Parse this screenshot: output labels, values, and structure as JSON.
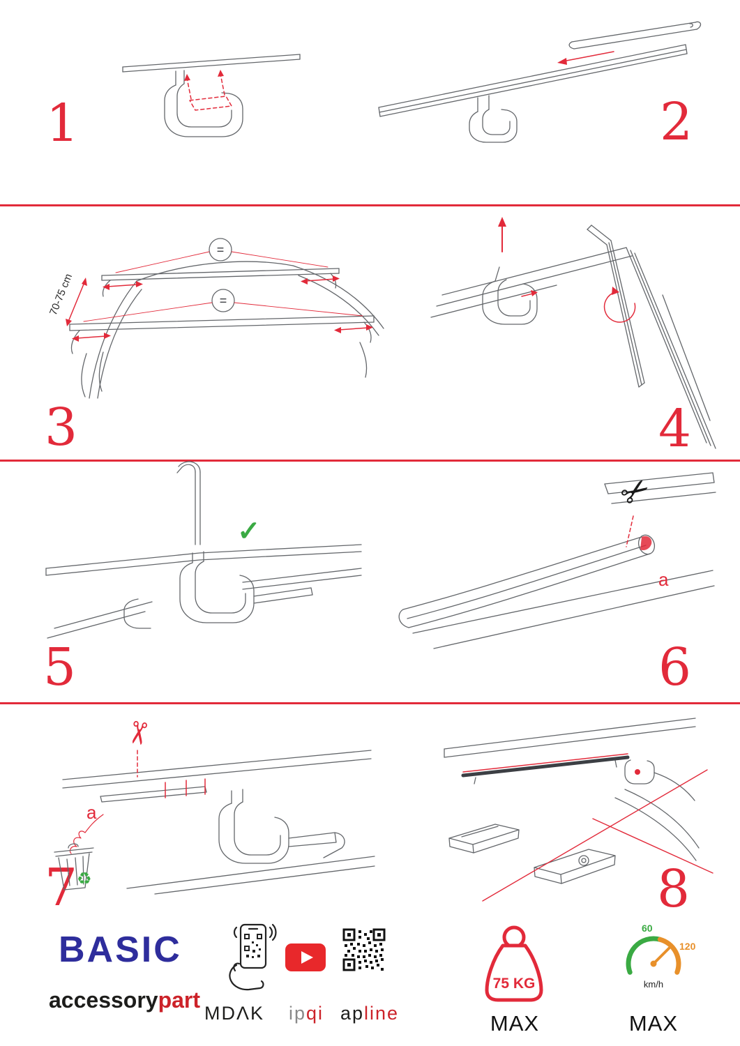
{
  "colors": {
    "accent_red": "#e22a3a",
    "brand_blue": "#2e2d9c",
    "logo_red": "#cc2229",
    "green": "#3aaa43",
    "orange": "#e8902a",
    "line_gray": "#63666a"
  },
  "steps": {
    "s1": {
      "number": "1"
    },
    "s2": {
      "number": "2"
    },
    "s3": {
      "number": "3",
      "measure": "70-75 cm",
      "equals": "="
    },
    "s4": {
      "number": "4"
    },
    "s5": {
      "number": "5",
      "check_glyph": "✓"
    },
    "s6": {
      "number": "6",
      "label_a": "a",
      "scissors_glyph": "✂"
    },
    "s7": {
      "number": "7",
      "label_a": "a",
      "scissors_glyph": "✂",
      "recycle_glyph": "♻"
    },
    "s8": {
      "number": "8"
    }
  },
  "footer": {
    "brand": "BASIC",
    "brand_sub_black": "accessory",
    "brand_sub_red": "part",
    "mdak": "MDΛK",
    "ipqi_gray": "ip",
    "ipqi_red": "qi",
    "apline_black": "ap",
    "apline_red": "line",
    "weight_label": "75 KG",
    "weight_max": "MAX",
    "speed_low": "60",
    "speed_high": "120",
    "speed_unit": "km/h",
    "speed_max": "MAX"
  }
}
